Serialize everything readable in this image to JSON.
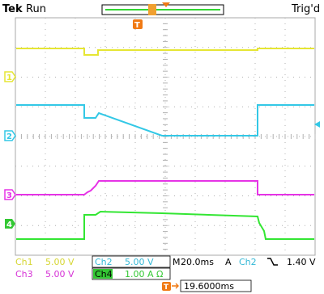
{
  "header": {
    "brand": "Tek",
    "run_state": "Run",
    "trigger_state": "Trig'd"
  },
  "colors": {
    "ch1": "#e6e633",
    "ch2": "#33c8e6",
    "ch3": "#e633e6",
    "ch4": "#33e633",
    "trigger": "#f07a14",
    "grid": "#b0b0b0",
    "text": "#000000"
  },
  "markers": {
    "ch1": "1",
    "ch2": "2",
    "ch3": "3",
    "ch4": "4",
    "trigger": "T"
  },
  "channels": [
    {
      "id": "Ch1",
      "scale": "5.00 V"
    },
    {
      "id": "Ch2",
      "scale": "5.00 V"
    },
    {
      "id": "Ch3",
      "scale": "5.00 V"
    },
    {
      "id": "Ch4",
      "scale": "1.00 A Ω"
    }
  ],
  "timebase": {
    "label": "M",
    "value": "20.0ms"
  },
  "trigger": {
    "mode": "A",
    "source": "Ch2",
    "slope_icon": "falling-edge-icon",
    "level": "1.40 V"
  },
  "horizontal_position": {
    "value": "19.6000ms"
  }
}
